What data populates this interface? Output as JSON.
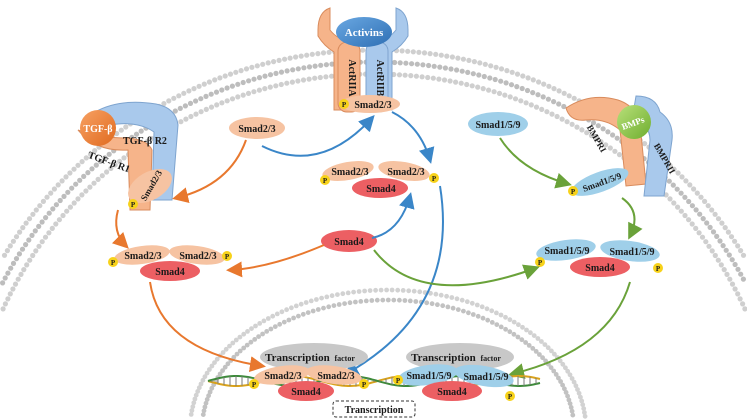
{
  "ligands": {
    "activins": "Activins",
    "tgfb": "TGF-β",
    "bmps": "BMPs"
  },
  "receptors": {
    "actriia": "ActRIIA",
    "actriib": "ActRIIB",
    "tgfbr2": "TGF-β R2",
    "tgfbr1": "TGF-β R1",
    "bmpri": "BMPRI",
    "bmprii": "BMPRII"
  },
  "proteins": {
    "smad23": "Smad2/3",
    "smad4": "Smad4",
    "smad159": "Smad1/5/9",
    "phospho": "P"
  },
  "nucleus": {
    "tf_left_main": "Transcription",
    "tf_left_small": "factor",
    "tf_right_main": "Transcription",
    "tf_right_small": "factor",
    "transcription_label": "Transcription"
  },
  "colors": {
    "tgf_pathway": "#e8782e",
    "activin_pathway": "#3a86c8",
    "bmp_pathway": "#6aa23a",
    "smad23_fill": "#f6c3a2",
    "smad4_fill": "#ec5f63",
    "smad159_fill": "#9fcfe9",
    "phospho_fill": "#f7d21a"
  }
}
